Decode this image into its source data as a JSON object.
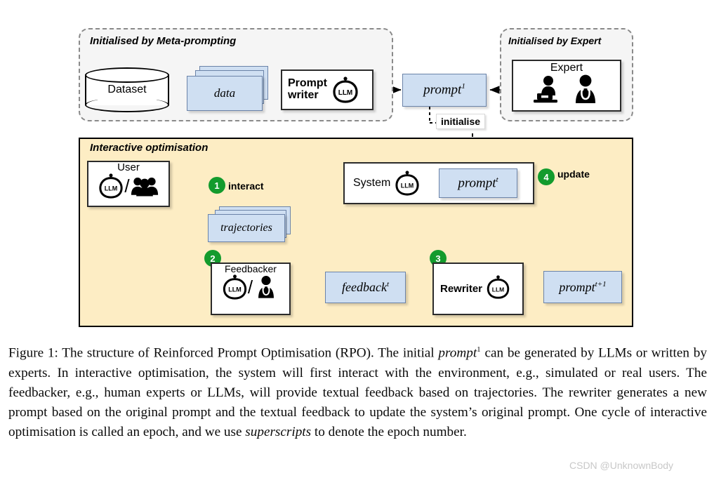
{
  "figure": {
    "groups": [
      {
        "id": "meta",
        "title": "Initialised by Meta-prompting"
      },
      {
        "id": "expert",
        "title": "Initialised by Expert"
      },
      {
        "id": "interactive",
        "title": "Interactive optimisation"
      }
    ],
    "nodes": {
      "dataset": {
        "label": "Dataset",
        "icon": "database-cylinder-icon"
      },
      "data": {
        "label": "data",
        "icon": "stacked-documents-icon"
      },
      "prompt_writer": {
        "label_line1": "Prompt",
        "label_line2": "writer",
        "icon": "llm-robot-icon"
      },
      "prompt1": {
        "label": "prompt",
        "superscript": "1"
      },
      "expert": {
        "label": "Expert",
        "icon_left": "person-at-laptop-icon",
        "icon_right": "doctor-stethoscope-icon"
      },
      "user": {
        "label": "User",
        "icon_left": "llm-robot-icon",
        "icon_right": "people-group-icon"
      },
      "trajectories": {
        "label": "trajectories",
        "icon": "stacked-documents-icon"
      },
      "system": {
        "label": "System",
        "icon": "llm-robot-icon"
      },
      "prompt_t": {
        "label": "prompt",
        "superscript": "t"
      },
      "feedbacker": {
        "label": "Feedbacker",
        "icon_left": "llm-robot-icon",
        "icon_right": "doctor-stethoscope-icon"
      },
      "feedback_t": {
        "label": "feedback",
        "superscript": "t"
      },
      "rewriter": {
        "label": "Rewriter",
        "icon": "llm-robot-icon"
      },
      "prompt_t1": {
        "label": "prompt",
        "superscript": "t+1"
      }
    },
    "edges": [
      {
        "id": "initialise",
        "label": "initialise",
        "style": "dashed",
        "boxed": true
      },
      {
        "id": "interact",
        "label": "interact",
        "badge": "1"
      },
      {
        "id": "feedback-step",
        "label": "",
        "badge": "2"
      },
      {
        "id": "rewrite-step",
        "label": "",
        "badge": "3"
      },
      {
        "id": "update",
        "label": "update",
        "badge": "4"
      }
    ],
    "icon_text": "LLM",
    "colors": {
      "panel_interactive": "#fdedc4",
      "panel_group": "#f5f5f5",
      "blue_box_fill": "#cfdff2",
      "blue_box_border": "#6b83a8",
      "badge_green": "#139b2d",
      "box_border": "#2b2b2b"
    }
  },
  "caption": {
    "prefix": "Figure 1:",
    "part1": " The structure of Reinforced Prompt Optimisation (RPO). The initial ",
    "em1": "prompt",
    "sup1": "1",
    "part2": " can be generated by LLMs or written by experts. In interactive optimisation, the system will first interact with the environment, e.g., simulated or real users. The feedbacker, e.g., human experts or LLMs, will provide textual feedback based on trajectories. The rewriter generates a new prompt based on the original prompt and the textual feedback to update the system’s original prompt. One cycle of interactive optimisation is called an epoch, and we use ",
    "em2": "superscripts",
    "part3": " to denote the epoch number."
  },
  "watermark": {
    "text": "CSDN @UnknownBody"
  }
}
